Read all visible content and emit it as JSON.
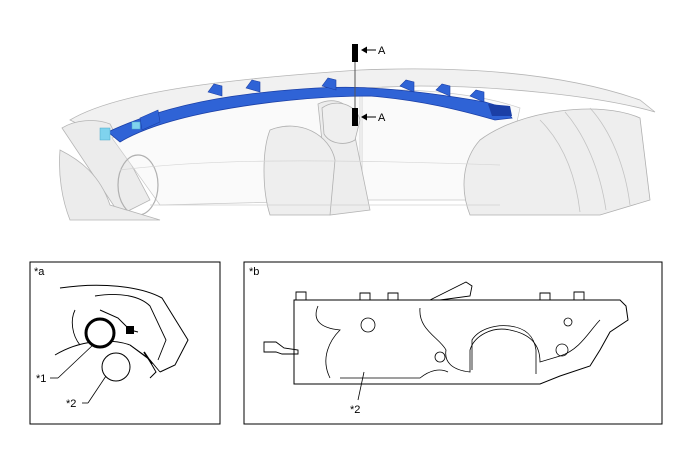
{
  "top_view": {
    "section_marker_top": "A",
    "section_marker_bottom": "A"
  },
  "panel_a": {
    "tag": "*a",
    "callout_1": "*1",
    "callout_2": "*2"
  },
  "panel_b": {
    "tag": "*b",
    "callout_2": "*2"
  },
  "colors": {
    "airbag_blue": "#2f63d6",
    "airbag_dark": "#1b3fa6",
    "accent_cyan": "#7fd3ee",
    "line_gray": "#9a9a9a",
    "light_gray": "#e6e6e6",
    "frame": "#000000"
  }
}
